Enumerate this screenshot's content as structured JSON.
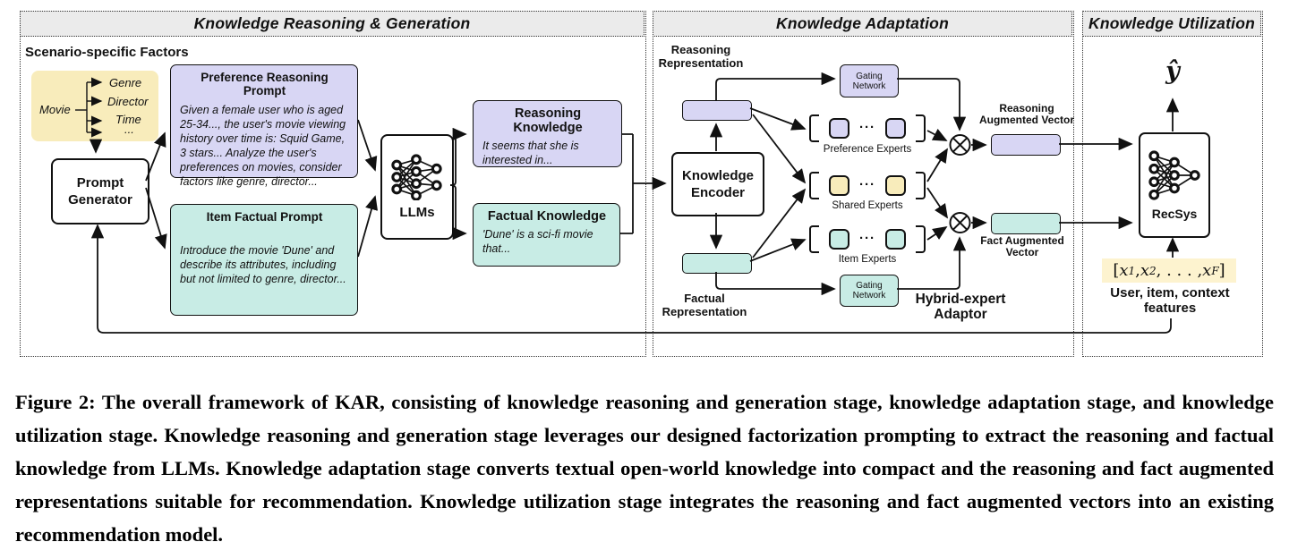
{
  "colors": {
    "lavender": "#d8d6f4",
    "teal": "#c8ece5",
    "yellow": "#f8ecbb",
    "highlight": "#fdf3cf",
    "banner": "#ebebeb"
  },
  "stages": {
    "generation": {
      "title": "Knowledge Reasoning & Generation",
      "scenario_label": "Scenario-specific Factors",
      "factor_tree": {
        "root": "Movie",
        "children": [
          "Genre",
          "Director",
          "Time",
          "..."
        ]
      },
      "prompt_generator": "Prompt\nGenerator",
      "preference_prompt": {
        "title": "Preference Reasoning Prompt",
        "body": "Given a female user who is aged 25-34..., the user's movie viewing history over time is: Squid Game, 3 stars... Analyze the user's preferences on movies, consider factors like genre, director..."
      },
      "item_prompt": {
        "title": "Item Factual Prompt",
        "body": "Introduce the movie 'Dune' and describe its attributes, including but not limited to genre, director..."
      },
      "llm": "LLMs",
      "reasoning_knowledge": {
        "title": "Reasoning Knowledge",
        "body": "It seems that she is interested in..."
      },
      "factual_knowledge": {
        "title": "Factual Knowledge",
        "body": "'Dune' is a sci-fi movie that..."
      }
    },
    "adaptation": {
      "title": "Knowledge Adaptation",
      "reasoning_representation": "Reasoning\nRepresentation",
      "factual_representation": "Factual\nRepresentation",
      "knowledge_encoder": "Knowledge\nEncoder",
      "gating_top": "Gating\nNetwork",
      "gating_bottom": "Gating\nNetwork",
      "experts": [
        {
          "label": "Preference Experts",
          "dots": "···"
        },
        {
          "label": "Shared Experts",
          "dots": "···"
        },
        {
          "label": "Item Experts",
          "dots": "···"
        }
      ],
      "hybrid_adaptor": "Hybrid-expert\nAdaptor",
      "reasoning_augmented": "Reasoning\nAugmented Vector",
      "fact_augmented": "Fact Augmented\nVector"
    },
    "utilization": {
      "title": "Knowledge Utilization",
      "prediction": "ŷ",
      "recsys": "RecSys",
      "features_label": "User, item, context\nfeatures",
      "features_math": {
        "open": "[",
        "v1": "x",
        "s1": "1",
        "sep1": ", ",
        "v2": "x",
        "s2": "2",
        "dots": ", . . . , ",
        "v3": "x",
        "sF": "F",
        "close": "]"
      }
    }
  },
  "caption": "Figure 2: The overall framework of KAR, consisting of knowledge reasoning and generation stage, knowledge adaptation stage, and knowledge utilization stage. Knowledge reasoning and generation stage leverages our designed factorization prompting to extract the reasoning and factual knowledge from LLMs. Knowledge adaptation stage converts textual open-world knowledge into compact and the reasoning and fact augmented representations suitable for recommendation. Knowledge utilization stage integrates the reasoning and fact augmented vectors into an existing recommendation model."
}
